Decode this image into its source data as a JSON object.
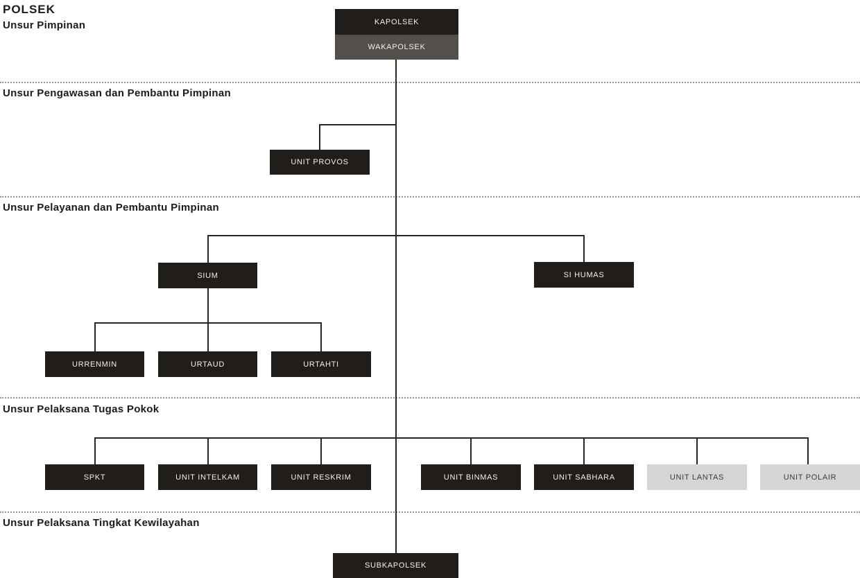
{
  "title": "POLSEK",
  "sections": [
    {
      "label": "Unsur Pimpinan"
    },
    {
      "label": "Unsur Pengawasan dan Pembantu Pimpinan"
    },
    {
      "label": "Unsur Pelayanan dan Pembantu Pimpinan"
    },
    {
      "label": "Unsur Pelaksana Tugas Pokok"
    },
    {
      "label": "Unsur Pelaksana Tingkat Kewilayahan"
    }
  ],
  "nodes": {
    "kapolsek": {
      "label": "KAPOLSEK"
    },
    "wakapolsek": {
      "label": "WAKAPOLSEK"
    },
    "unit_provos": {
      "label": "UNIT PROVOS"
    },
    "sium": {
      "label": "SIUM"
    },
    "si_humas": {
      "label": "SI HUMAS"
    },
    "urrenmin": {
      "label": "URRENMIN"
    },
    "urtaud": {
      "label": "URTAUD"
    },
    "urtahti": {
      "label": "URTAHTI"
    },
    "spkt": {
      "label": "SPKT"
    },
    "unit_intelkam": {
      "label": "UNIT INTELKAM"
    },
    "unit_reskrim": {
      "label": "UNIT RESKRIM"
    },
    "unit_binmas": {
      "label": "UNIT BINMAS"
    },
    "unit_sabhara": {
      "label": "UNIT SABHARA"
    },
    "unit_lantas": {
      "label": "UNIT LANTAS"
    },
    "unit_polair": {
      "label": "UNIT POLAIR"
    },
    "subkapolsek": {
      "label": "SUBKAPOLSEK"
    }
  },
  "colors": {
    "box_dark": "#211d1a",
    "box_gray": "#544f4b",
    "box_light": "#d7d5d3",
    "text_on_dark": "#f2f1f0",
    "text_on_light": "#3a3a3a",
    "connector": "#2a2522",
    "divider": "#999591",
    "label_text": "#1d1a17",
    "background": "#ffffff"
  }
}
